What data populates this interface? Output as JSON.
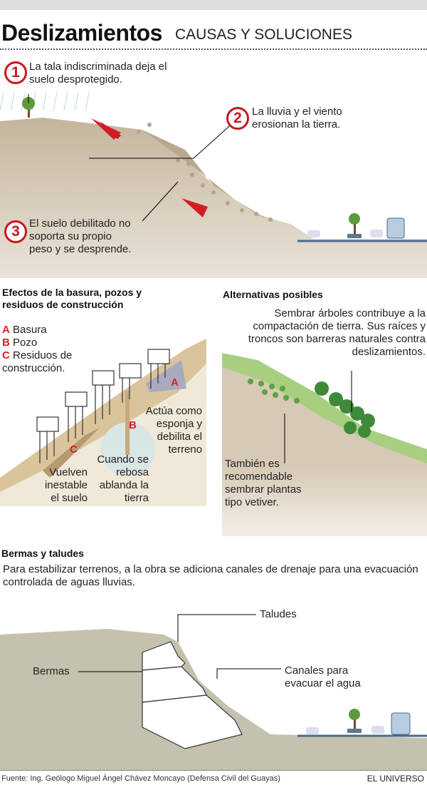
{
  "header": {
    "title": "Deslizamientos",
    "subtitle": "CAUSAS Y SOLUCIONES"
  },
  "causes": [
    {
      "number": "1",
      "text": "La tala indiscriminada deja el suelo desprotegido."
    },
    {
      "number": "2",
      "text": "La lluvia y el viento erosionan la tierra."
    },
    {
      "number": "3",
      "text": "El suelo debilitado no soporta su propio peso y se desprende."
    }
  ],
  "effects": {
    "heading": "Efectos de la basura, pozos y residuos de construcción",
    "legend": [
      {
        "letter": "A",
        "label": "Basura"
      },
      {
        "letter": "B",
        "label": "Pozo"
      },
      {
        "letter": "C",
        "label": "Residuos de construcción."
      }
    ],
    "notes": {
      "sponge": "Actúa como esponja y debilita el terreno",
      "overflow": "Cuando se rebosa ablanda la tierra",
      "unstable": "Vuelven inestable el suelo"
    }
  },
  "alternatives": {
    "heading": "Alternativas posibles",
    "trees": "Sembrar árboles contribuye a la compactación de tierra. Sus raíces y troncos son barreras naturales contra deslizamientos.",
    "vetiver": "También es recomendable sembrar plantas tipo vetiver."
  },
  "berms": {
    "heading": "Bermas y taludes",
    "description": "Para estabilizar terrenos, a la obra se adiciona canales de drenaje para una evacuación controlada de aguas lluvias.",
    "labels": {
      "taludes": "Taludes",
      "bermas": "Bermas",
      "canales": "Canales para evacuar el agua"
    }
  },
  "footer": {
    "source": "Fuente: Ing. Geólogo Miguel Ángel Chávez Moncayo (Defensa Civil del Guayas)",
    "brand": "EL UNIVERSO"
  }
}
